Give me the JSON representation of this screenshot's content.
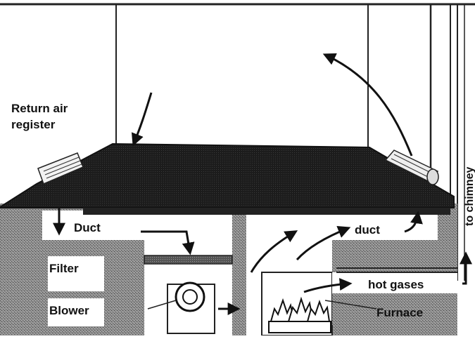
{
  "labels": {
    "return_air_line1": "Return air",
    "return_air_line2": "register",
    "duct_left": "Duct",
    "duct_right": "duct",
    "filter": "Filter",
    "blower": "Blower",
    "hot_gases": "hot gases",
    "furnace": "Furnace",
    "to_chimney": "to chimney"
  },
  "colors": {
    "floor": "#1a1a1a",
    "stipple_dark": "#555555",
    "stipple_light": "#9a9a9a",
    "wall_line": "#222222",
    "paper": "#ffffff"
  }
}
